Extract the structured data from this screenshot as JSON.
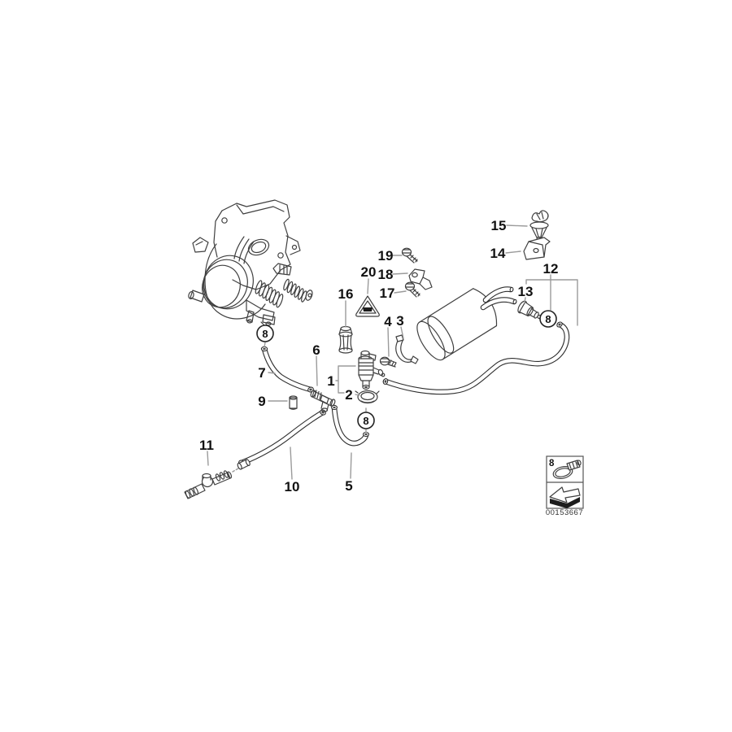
{
  "diagram": {
    "drawing_id": "00153667",
    "callouts": {
      "c1": "1",
      "c2": "2",
      "c3": "3",
      "c4": "4",
      "c5": "5",
      "c6": "6",
      "c7": "7",
      "c8": "8",
      "c9": "9",
      "c10": "10",
      "c11": "11",
      "c12": "12",
      "c13": "13",
      "c14": "14",
      "c15": "15",
      "c16": "16",
      "c17": "17",
      "c18": "18",
      "c19": "19",
      "c20": "20"
    },
    "legend": {
      "clamp_ref": "8",
      "icons": [
        "hose-clamp-icon",
        "direction-arrow-icon"
      ]
    },
    "colors": {
      "background": "#ffffff",
      "part_line": "#3f3f3f",
      "hose_line": "#2e2e2e",
      "leader_line": "#9b9b9b",
      "label_text": "#111111"
    }
  }
}
